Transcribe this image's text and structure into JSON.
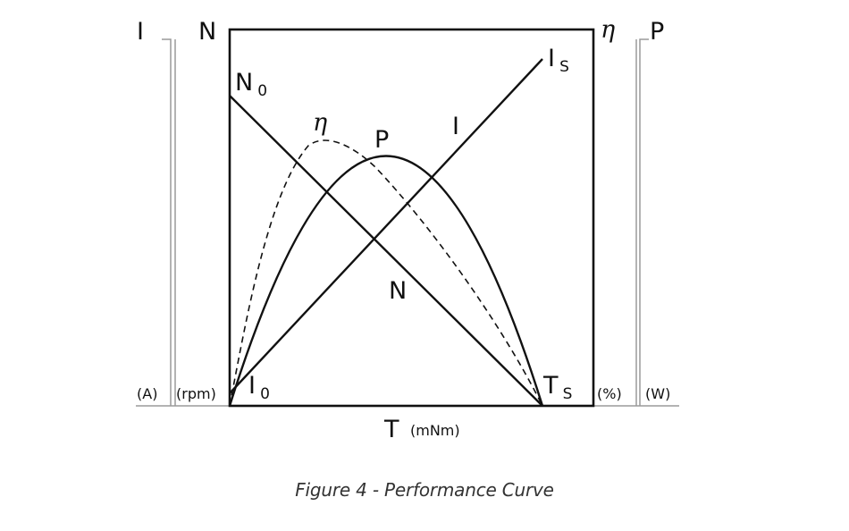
{
  "diagram": {
    "axis_labels": {
      "left_outer": "I",
      "left_inner": "N",
      "right_inner": "η",
      "right_outer": "P",
      "bottom": "T"
    },
    "unit_labels": {
      "left_outer": "(A)",
      "left_inner": "(rpm)",
      "right_inner": "(%)",
      "right_outer": "(W)",
      "bottom": "(mNm)"
    },
    "curve_labels": {
      "eta": "η",
      "power": "P",
      "current": "I",
      "speed": "N"
    },
    "point_labels": {
      "no_load_speed": {
        "main": "N",
        "sub": "0"
      },
      "no_load_current": {
        "main": "I",
        "sub": "0"
      },
      "stall_current": {
        "main": "I",
        "sub": "S"
      },
      "stall_torque": {
        "main": "T",
        "sub": "S"
      }
    },
    "colors": {
      "line": "#111111",
      "axis_bracket": "#9a9a9a",
      "caption": "#333333"
    }
  },
  "caption": "Figure 4 - Performance Curve"
}
